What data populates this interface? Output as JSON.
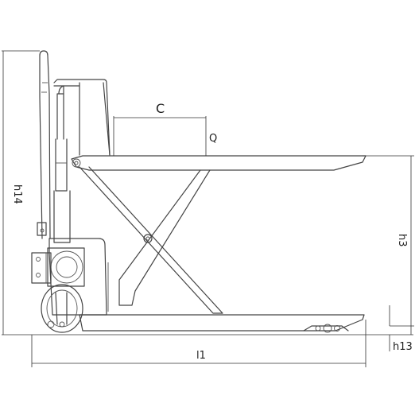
{
  "labels": {
    "c": "C",
    "q": "Q",
    "h14": "h14",
    "h3": "h3",
    "l1": "l1",
    "h13": "h13"
  },
  "colors": {
    "line": "#444444",
    "background": "#ffffff"
  }
}
